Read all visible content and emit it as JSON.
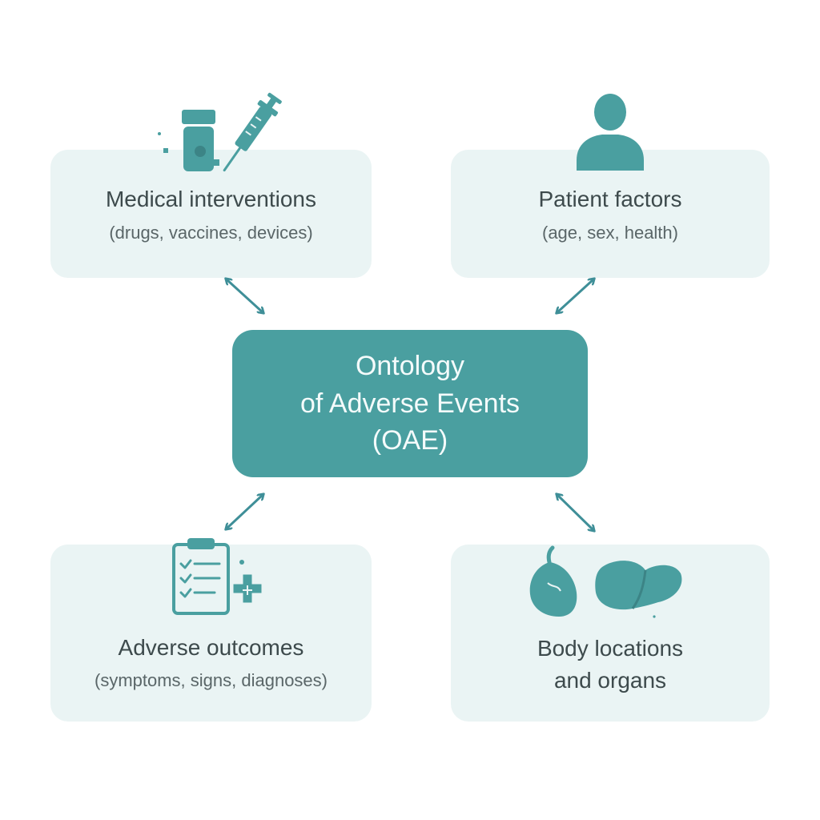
{
  "center": {
    "line1": "Ontology",
    "line2": "of Adverse Events",
    "line3": "(OAE)"
  },
  "cards": {
    "medical": {
      "title": "Medical interventions",
      "subtitle": "(drugs, vaccines, devices)",
      "icons": [
        "pill-bottle-icon",
        "syringe-icon"
      ]
    },
    "patient": {
      "title": "Patient factors",
      "subtitle": "(age, sex, health)",
      "icons": [
        "person-icon"
      ]
    },
    "adverse": {
      "title": "Adverse outcomes",
      "subtitle": "(symptoms, signs, diagnoses)",
      "icons": [
        "clipboard-checklist-icon"
      ]
    },
    "body": {
      "title_line1": "Body locations",
      "title_line2": "and organs",
      "icons": [
        "heart-icon",
        "liver-icon"
      ]
    }
  },
  "colors": {
    "accent": "#4a9fa0",
    "card_bg": "#eaf4f4",
    "arrow": "#3f8f98",
    "text": "#3d4a4c"
  }
}
